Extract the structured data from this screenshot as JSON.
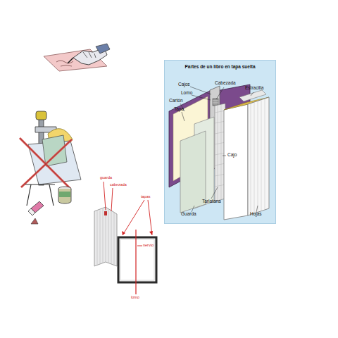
{
  "diagram": {
    "nodes": [
      {
        "text": [
          "Partes de un libro en tapa suelta"
        ]
      }
    ],
    "labels": [
      "Cajos",
      "Cabezada",
      "Estracilla",
      "Lomo",
      "Cartón",
      "Tapa",
      "Cajo",
      "Tarlatana",
      "Guarda",
      "Hojas",
      "guarda",
      "cabezada",
      "tapas",
      "nervio",
      "lomo"
    ]
  }
}
